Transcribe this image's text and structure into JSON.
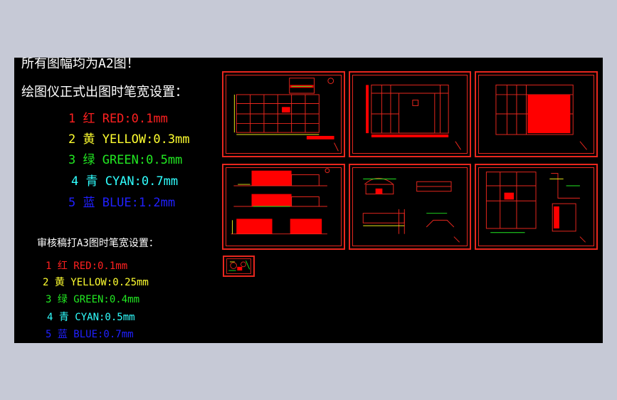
{
  "notes": {
    "title": "所有图幅均为A2图！",
    "subtitle": "绘图仪正式出图时笔宽设置：",
    "formal_pens": [
      {
        "text": "1 红 RED:0.1mm",
        "color": "#ff2020"
      },
      {
        "text": "2 黄 YELLOW:0.3mm",
        "color": "#ffff30"
      },
      {
        "text": "3 绿 GREEN:0.5mm",
        "color": "#22e822"
      },
      {
        "text": "4 青 CYAN:0.7mm",
        "color": "#30ffff"
      },
      {
        "text": "5 蓝 BLUE:1.2mm",
        "color": "#2020ff"
      }
    ],
    "review_title": "审核稿打A3图时笔宽设置：",
    "review_pens": [
      {
        "text": "1 红 RED:0.1mm",
        "color": "#ff2020"
      },
      {
        "text": "2 黄 YELLOW:0.25mm",
        "color": "#ffff30"
      },
      {
        "text": "3 绿 GREEN:0.4mm",
        "color": "#22e822"
      },
      {
        "text": "4 青 CYAN:0.5mm",
        "color": "#30ffff"
      },
      {
        "text": "5 蓝 BLUE:0.7mm",
        "color": "#2020ff"
      }
    ]
  },
  "colors": {
    "background": "#c6c9d6",
    "canvas": "#000000",
    "frame": "#e8271e",
    "highlight": "#ff0000"
  },
  "sheets": [
    {
      "kind": "plan-a"
    },
    {
      "kind": "plan-b"
    },
    {
      "kind": "plan-c"
    },
    {
      "kind": "elevations"
    },
    {
      "kind": "details-a"
    },
    {
      "kind": "details-b"
    },
    {
      "kind": "thumbnail"
    }
  ]
}
